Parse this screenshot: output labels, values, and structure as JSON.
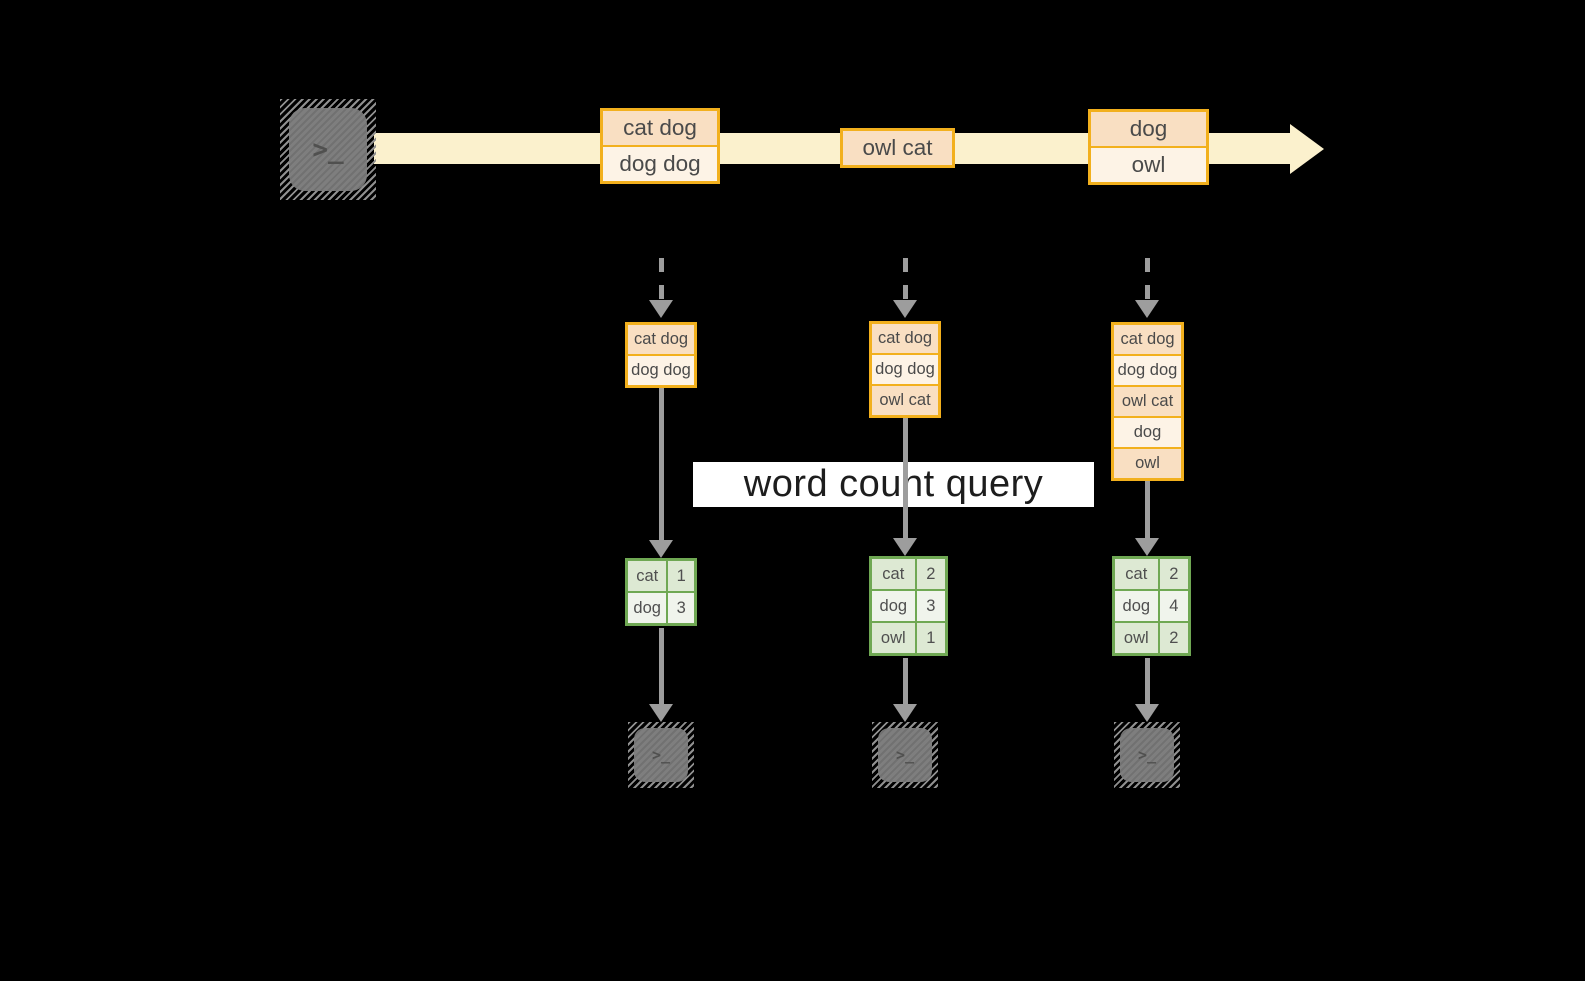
{
  "diagram": {
    "banner_label": "word count query",
    "terminal_prompt": ">_"
  },
  "stream_events": [
    {
      "rows": [
        "cat dog",
        "dog dog"
      ]
    },
    {
      "rows": [
        "owl cat"
      ]
    },
    {
      "rows": [
        "dog",
        "owl"
      ]
    }
  ],
  "partitions": [
    {
      "buffer_rows": [
        "cat dog",
        "dog dog"
      ],
      "counts": [
        {
          "word": "cat",
          "count": "1"
        },
        {
          "word": "dog",
          "count": "3"
        }
      ]
    },
    {
      "buffer_rows": [
        "cat dog",
        "dog dog",
        "owl cat"
      ],
      "counts": [
        {
          "word": "cat",
          "count": "2"
        },
        {
          "word": "dog",
          "count": "3"
        },
        {
          "word": "owl",
          "count": "1"
        }
      ]
    },
    {
      "buffer_rows": [
        "cat dog",
        "dog dog",
        "owl cat",
        "dog",
        "owl"
      ],
      "counts": [
        {
          "word": "cat",
          "count": "2"
        },
        {
          "word": "dog",
          "count": "4"
        },
        {
          "word": "owl",
          "count": "2"
        }
      ]
    }
  ],
  "colors": {
    "background": "#000000",
    "stream_band": "#FBF1CD",
    "record_border": "#F2B01D",
    "record_fill_dark": "#F9DFC2",
    "record_fill_light": "#FDF3E6",
    "table_border": "#6FA853",
    "table_fill_dark": "#DDE9D3",
    "table_fill_light": "#F0F4EC",
    "arrow_gray": "#9D9D9D",
    "banner_bg": "#FFFFFF"
  }
}
